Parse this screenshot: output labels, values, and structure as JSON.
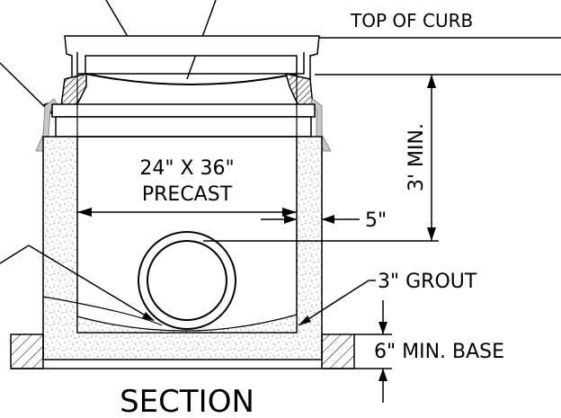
{
  "labels": {
    "top_of_curb": "TOP OF CURB",
    "size_line1": "24\" X 36\"",
    "size_line2": "PRECAST",
    "wall_thickness": "5\"",
    "min_depth": "3' MIN.",
    "grout": "3\" GROUT",
    "base": "6\" MIN. BASE",
    "view_title": "SECTION"
  },
  "colors": {
    "line": "#000000",
    "concrete_fill": "#ffffff",
    "concrete_speckle": "#555555",
    "curb": "#999999"
  }
}
